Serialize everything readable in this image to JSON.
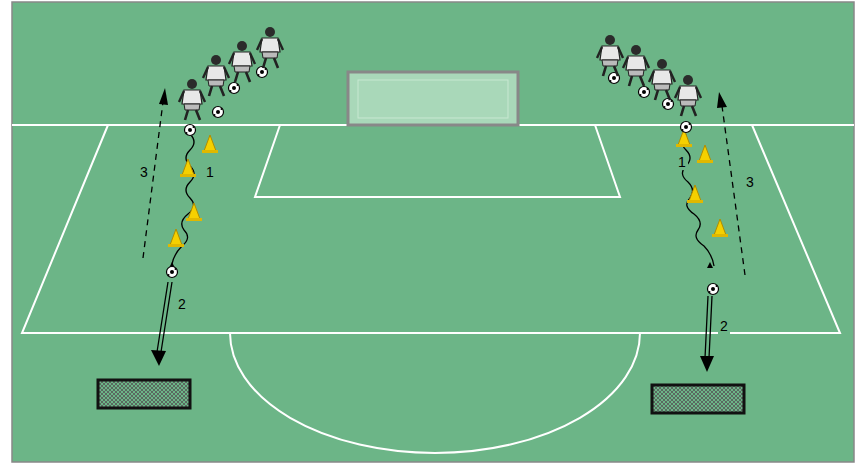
{
  "diagram": {
    "labels": [
      "3",
      "1",
      "2",
      "1",
      "3",
      "2"
    ]
  }
}
